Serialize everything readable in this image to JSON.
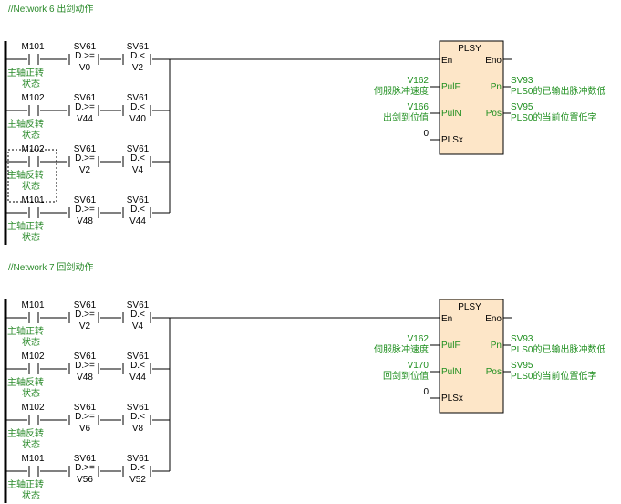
{
  "networks": [
    {
      "title": "//Network 6  出剑动作",
      "rows": [
        {
          "coil": "M101",
          "coil_comment": [
            "主轴正转",
            "状态"
          ],
          "cmp1": {
            "device": "SV61",
            "op": "D.>=",
            "value": "V0"
          },
          "cmp2": {
            "device": "SV61",
            "op": "D.<",
            "value": "V2"
          }
        },
        {
          "coil": "M102",
          "coil_comment": [
            "主轴反转",
            "状态"
          ],
          "cmp1": {
            "device": "SV61",
            "op": "D.>=",
            "value": "V44"
          },
          "cmp2": {
            "device": "SV61",
            "op": "D.<",
            "value": "V40"
          }
        },
        {
          "coil": "M102",
          "coil_comment": [
            "主轴反转",
            "状态"
          ],
          "cmp1": {
            "device": "SV61",
            "op": "D.>=",
            "value": "V2"
          },
          "cmp2": {
            "device": "SV61",
            "op": "D.<",
            "value": "V4"
          },
          "selected": true
        },
        {
          "coil": "M101",
          "coil_comment": [
            "主轴正转",
            "状态"
          ],
          "cmp1": {
            "device": "SV61",
            "op": "D.>=",
            "value": "V48"
          },
          "cmp2": {
            "device": "SV61",
            "op": "D.<",
            "value": "V44"
          }
        }
      ],
      "block": {
        "name": "PLSY",
        "pins": {
          "en": "En",
          "eno": "Eno",
          "pulf": "PulF",
          "puln": "PulN",
          "plsx": "PLSx",
          "pn": "Pn",
          "pos": "Pos"
        },
        "pulf_var": "V162",
        "pulf_comment": "伺服脉冲速度",
        "puln_var": "V166",
        "puln_comment": "出剑到位值",
        "plsx_val": "0",
        "pn_var": "SV93",
        "pn_comment": "PLS0的已输出脉冲数低",
        "pos_var": "SV95",
        "pos_comment": "PLS0的当前位置低字"
      }
    },
    {
      "title": "//Network 7  回剑动作",
      "rows": [
        {
          "coil": "M101",
          "coil_comment": [
            "主轴正转",
            "状态"
          ],
          "cmp1": {
            "device": "SV61",
            "op": "D.>=",
            "value": "V2"
          },
          "cmp2": {
            "device": "SV61",
            "op": "D.<",
            "value": "V4"
          }
        },
        {
          "coil": "M102",
          "coil_comment": [
            "主轴反转",
            "状态"
          ],
          "cmp1": {
            "device": "SV61",
            "op": "D.>=",
            "value": "V48"
          },
          "cmp2": {
            "device": "SV61",
            "op": "D.<",
            "value": "V44"
          }
        },
        {
          "coil": "M102",
          "coil_comment": [
            "主轴反转",
            "状态"
          ],
          "cmp1": {
            "device": "SV61",
            "op": "D.>=",
            "value": "V6"
          },
          "cmp2": {
            "device": "SV61",
            "op": "D.<",
            "value": "V8"
          }
        },
        {
          "coil": "M101",
          "coil_comment": [
            "主轴正转",
            "状态"
          ],
          "cmp1": {
            "device": "SV61",
            "op": "D.>=",
            "value": "V56"
          },
          "cmp2": {
            "device": "SV61",
            "op": "D.<",
            "value": "V52"
          }
        }
      ],
      "block": {
        "name": "PLSY",
        "pins": {
          "en": "En",
          "eno": "Eno",
          "pulf": "PulF",
          "puln": "PulN",
          "plsx": "PLSx",
          "pn": "Pn",
          "pos": "Pos"
        },
        "pulf_var": "V162",
        "pulf_comment": "伺服脉冲速度",
        "puln_var": "V170",
        "puln_comment": "回剑到位值",
        "plsx_val": "0",
        "pn_var": "SV93",
        "pn_comment": "PLS0的已输出脉冲数低",
        "pos_var": "SV95",
        "pos_comment": "PLS0的当前位置低字"
      }
    }
  ],
  "colors": {
    "comment": "#2a8a2a",
    "block_fill": "#fde6c8",
    "text": "#000000"
  }
}
